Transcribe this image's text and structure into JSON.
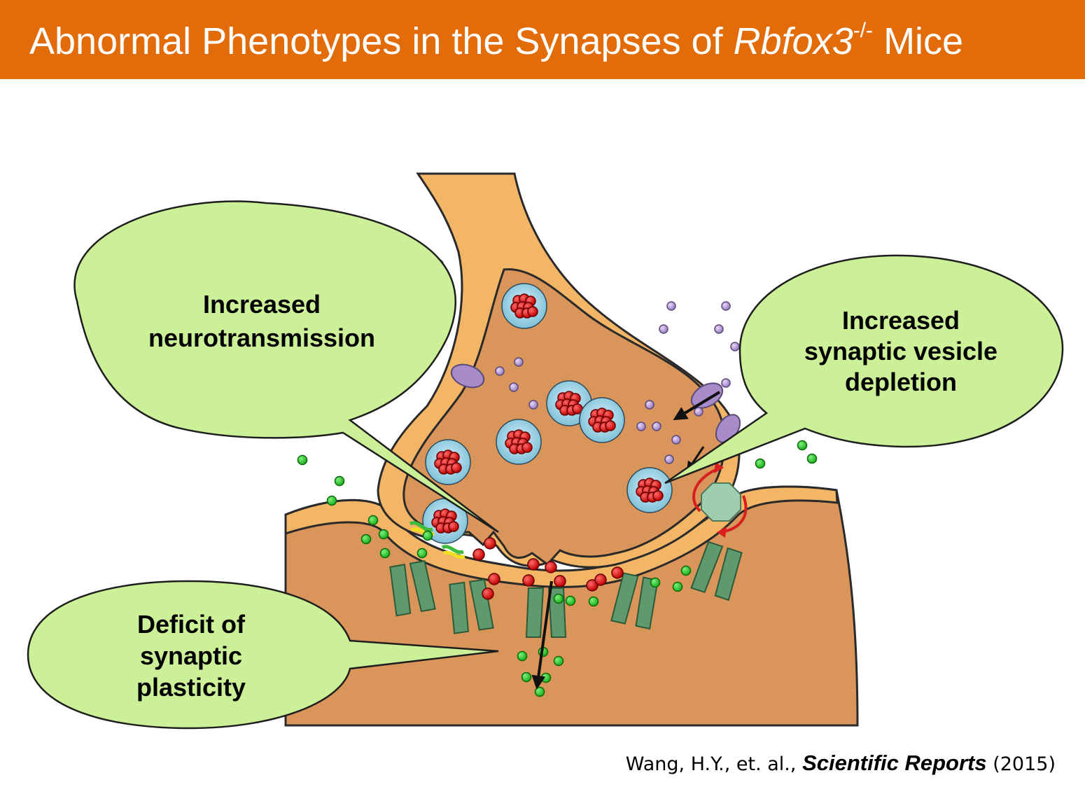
{
  "title": {
    "main": "Abnormal Phenotypes  in the Synapses of ",
    "gene": "Rbfox3",
    "superscript": "-/-",
    "suffix": " Mice"
  },
  "callouts": {
    "neurotransmission": [
      "Increased",
      "neurotransmission"
    ],
    "vesicle_depletion": [
      "Increased",
      "synaptic vesicle",
      "depletion"
    ],
    "plasticity": [
      "Deficit of",
      "synaptic",
      "plasticity"
    ]
  },
  "citation": {
    "authors": "Wang, H.Y., et. al., ",
    "journal": "Scientific Reports",
    "year": " (2015)"
  },
  "colors": {
    "header": "#E36C0A",
    "neuron_fill": "#D9955A",
    "membrane_fill": "#F3B566",
    "callout_fill": "#CCF098",
    "vesicle_fill": "#A8D8EA",
    "neurotransmitter": "#E00000",
    "postsynaptic_ligand": "#22CC22",
    "receptor": "#5E9A6E",
    "transporter_molecule": "#A88BC9"
  }
}
